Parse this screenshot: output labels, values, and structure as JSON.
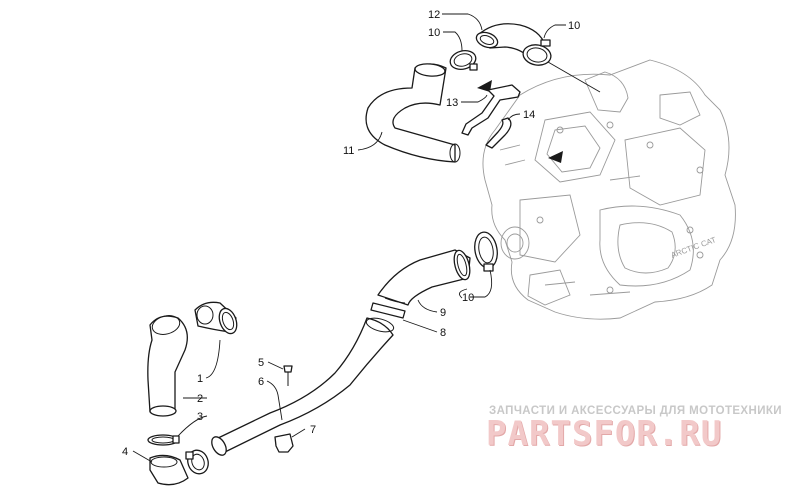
{
  "callouts": {
    "c1": "1",
    "c2": "2",
    "c3": "3",
    "c4": "4",
    "c5": "5",
    "c6": "6",
    "c7": "7",
    "c8": "8",
    "c9": "9",
    "c10a": "10",
    "c10b": "10",
    "c10c": "10",
    "c11": "11",
    "c12": "12",
    "c13": "13",
    "c14": "14"
  },
  "watermark": {
    "tagline": "ЗАПЧАСТИ И АКСЕССУАРЫ ДЛЯ МОТОТЕХНИКИ",
    "brand": "PARTSFOR.RU"
  },
  "engine_badge": "ARCTIC CAT",
  "colors": {
    "line": "#1a1a1a",
    "engine": "#9a9a9a",
    "watermark_brand": "#f2c9c9",
    "watermark_text": "#c8c8c8"
  }
}
